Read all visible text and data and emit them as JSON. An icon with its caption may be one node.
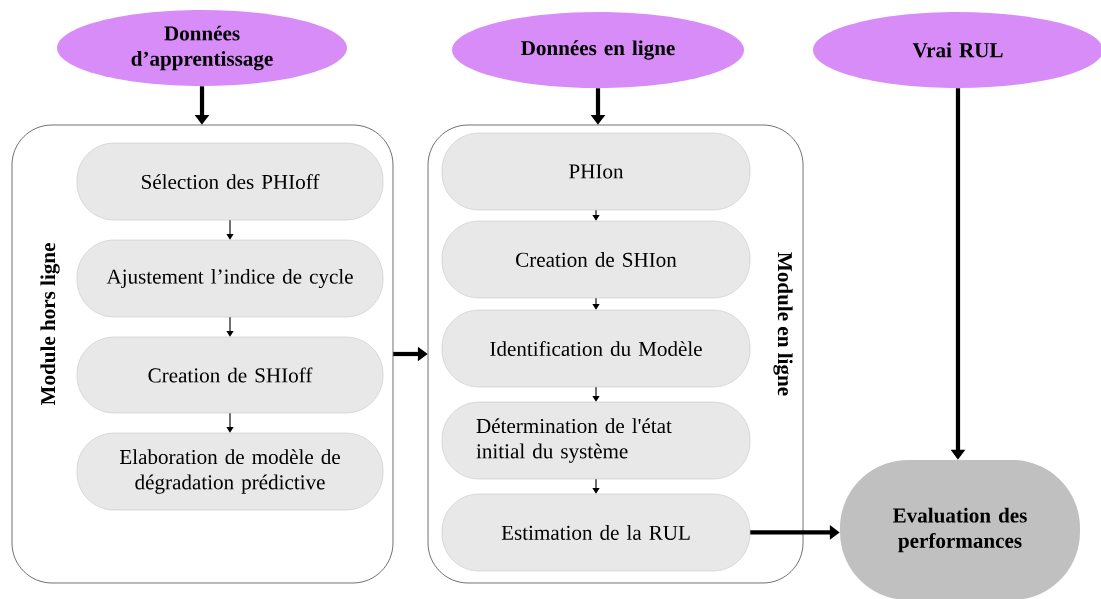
{
  "diagram": {
    "nodes": [
      {
        "text": [
          "Données d’apprentissage"
        ]
      },
      {
        "text": [
          "Données en ligne"
        ]
      },
      {
        "text": [
          "Vrai RUL"
        ]
      },
      {
        "text": [
          "Module hors ligne"
        ]
      },
      {
        "text": [
          "Sélection des PHIoff"
        ],
        "in": 3
      },
      {
        "text": [
          "Ajustement l’indice de cycle"
        ],
        "in": 3
      },
      {
        "text": [
          "Creation de SHIoff"
        ],
        "in": 3
      },
      {
        "text": [
          "Elaboration de modèle de dégradation prédictive"
        ],
        "in": 3
      },
      {
        "text": [
          "Module en ligne"
        ]
      },
      {
        "text": [
          "PHIon"
        ],
        "in": 8
      },
      {
        "text": [
          "Creation de SHIon"
        ],
        "in": 8
      },
      {
        "text": [
          "Identification du Modèle"
        ],
        "in": 8
      },
      {
        "text": [
          "Détermination de l'état initial du système"
        ],
        "in": 8
      },
      {
        "text": [
          "Estimation de la RUL"
        ],
        "in": 8
      },
      {
        "text": [
          "Evaluation des performances"
        ]
      }
    ],
    "edges": [
      {
        "from": 0,
        "to": 3,
        "arrow": "to",
        "style": "thick"
      },
      {
        "from": 1,
        "to": 8,
        "arrow": "to",
        "style": "thick"
      },
      {
        "from": 2,
        "to": 14,
        "arrow": "to",
        "style": "thick"
      },
      {
        "from": 4,
        "to": 5,
        "arrow": "to"
      },
      {
        "from": 5,
        "to": 6,
        "arrow": "to"
      },
      {
        "from": 6,
        "to": 7,
        "arrow": "to"
      },
      {
        "from": 3,
        "to": 8,
        "arrow": "to",
        "style": "thick"
      },
      {
        "from": 9,
        "to": 10,
        "arrow": "to"
      },
      {
        "from": 10,
        "to": 11,
        "arrow": "to"
      },
      {
        "from": 11,
        "to": 12,
        "arrow": "to"
      },
      {
        "from": 12,
        "to": 13,
        "arrow": "to"
      },
      {
        "from": 13,
        "to": 14,
        "arrow": "to",
        "style": "thick"
      }
    ]
  }
}
